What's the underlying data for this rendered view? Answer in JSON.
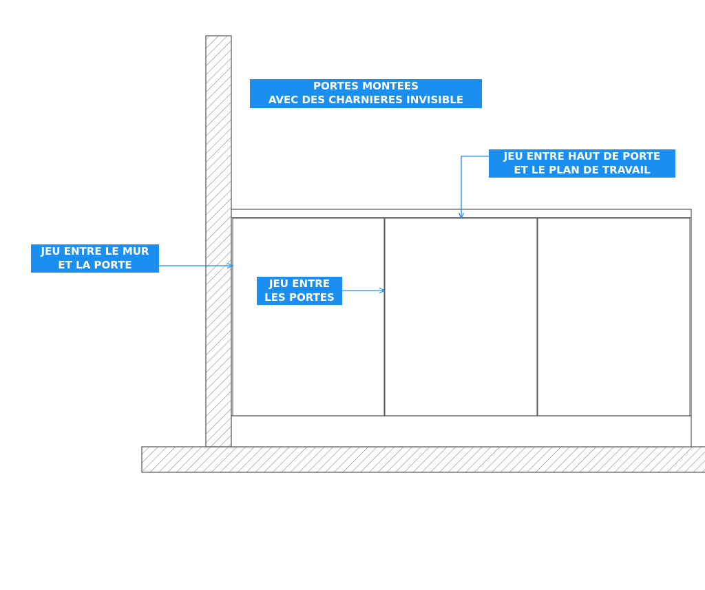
{
  "labels": {
    "title": {
      "line1": "PORTES MONTEES",
      "line2": "AVEC DES CHARNIERES INVISIBLE"
    },
    "top_gap": {
      "line1": "JEU ENTRE HAUT DE PORTE",
      "line2": "ET LE PLAN DE TRAVAIL"
    },
    "wall_gap": {
      "line1": "JEU ENTRE LE MUR",
      "line2": "ET LA PORTE"
    },
    "door_gap": {
      "line1": "JEU ENTRE",
      "line2": "LES PORTES"
    }
  },
  "colors": {
    "label_background": "#1a8ff0",
    "label_text": "#ffffff",
    "line": "#555555",
    "hatch": "#777777",
    "arrow": "#1a8ff0"
  }
}
